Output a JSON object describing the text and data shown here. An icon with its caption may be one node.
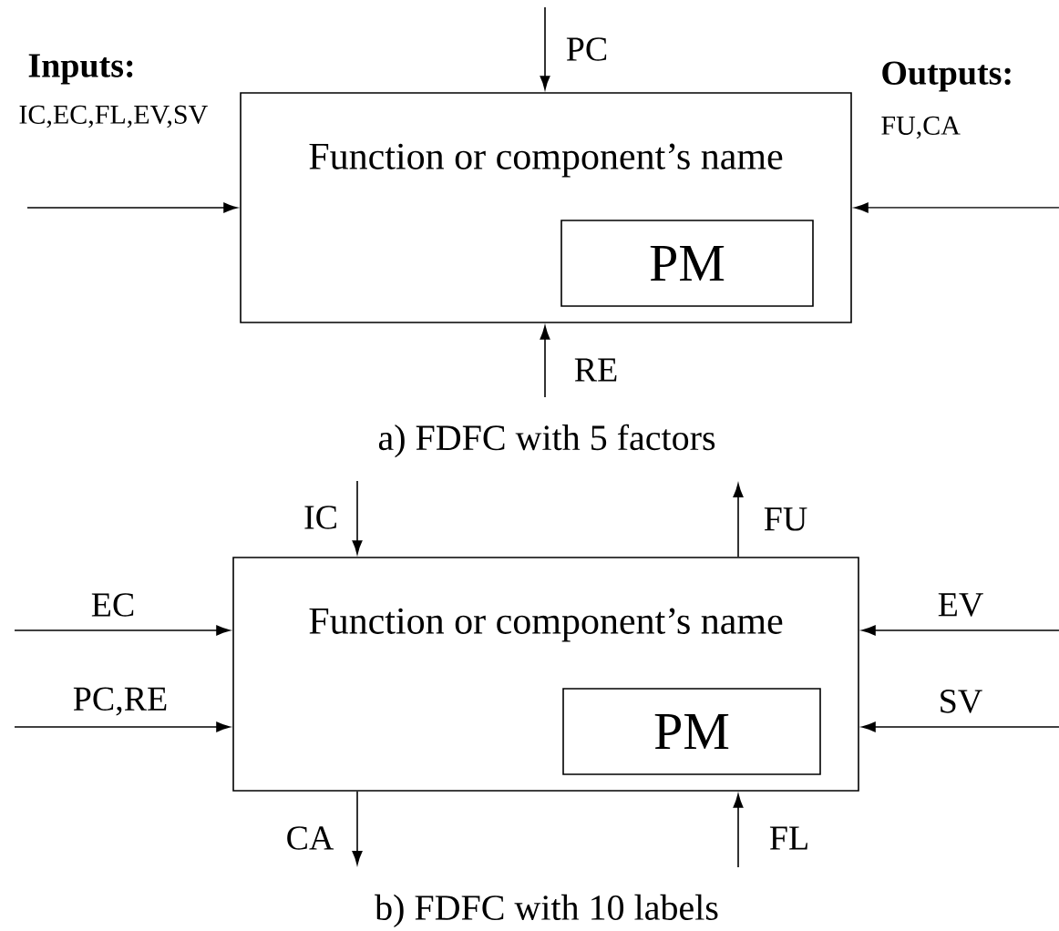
{
  "diagram": {
    "nodes": [
      {
        "text": [
          "Function or component’s name"
        ]
      },
      {
        "text": [
          "PM"
        ],
        "in": 0
      },
      {
        "text": [
          "Function or component’s name"
        ]
      },
      {
        "text": [
          "PM"
        ],
        "in": 2
      }
    ],
    "edges": [
      {
        "from": null,
        "to": 0,
        "arrow": "to",
        "label": "PC"
      },
      {
        "from": null,
        "to": 0,
        "arrow": "to",
        "label": "RE"
      },
      {
        "from": null,
        "to": 0,
        "arrow": "to"
      },
      {
        "from": null,
        "to": 0,
        "arrow": "to"
      },
      {
        "from": null,
        "to": 2,
        "arrow": "to",
        "label": "IC"
      },
      {
        "from": 2,
        "to": null,
        "arrow": "to",
        "label": "FU"
      },
      {
        "from": null,
        "to": 2,
        "arrow": "to",
        "label": "EC"
      },
      {
        "from": null,
        "to": 2,
        "arrow": "to",
        "label": "PC,RE"
      },
      {
        "from": null,
        "to": 2,
        "arrow": "to",
        "label": "EV"
      },
      {
        "from": null,
        "to": 2,
        "arrow": "to",
        "label": "SV"
      },
      {
        "from": 2,
        "to": null,
        "arrow": "to",
        "label": "CA"
      },
      {
        "from": null,
        "to": 2,
        "arrow": "to",
        "label": "FL"
      }
    ],
    "labels": [
      "Inputs:",
      "IC,EC,FL,EV,SV",
      "Outputs:",
      "FU,CA",
      "a) FDFC with 5 factors",
      "b) FDFC with 10 labels"
    ]
  }
}
